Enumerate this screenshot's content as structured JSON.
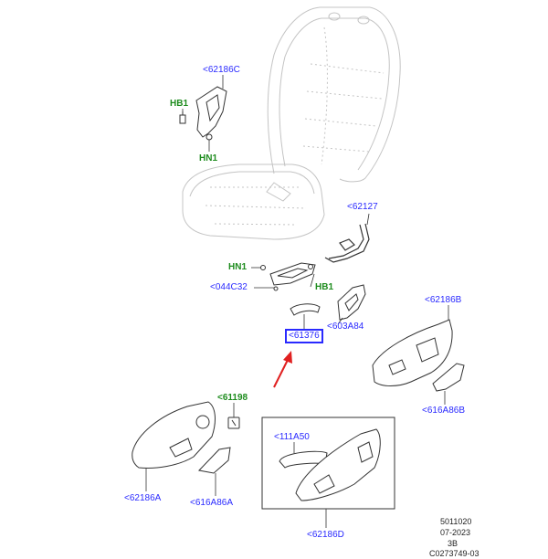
{
  "labels": {
    "l62186C": "<62186C",
    "hb1_top": "HB1",
    "hn1_top": "HN1",
    "l62127": "<62127",
    "hn1_mid": "HN1",
    "l044C32": "<044C32",
    "hb1_mid": "HB1",
    "l61376": "<61376",
    "l603A84": "<603A84",
    "l62186B": "<62186B",
    "l616A86B": "<616A86B",
    "l61198": "<61198",
    "l111A50": "<111A50",
    "l62186A": "<62186A",
    "l616A86A": "<616A86A",
    "l62186D": "<62186D"
  },
  "meta": {
    "line1": "5011020",
    "line2": "07-2023",
    "line3": "3B",
    "line4": "C0273749-03"
  },
  "colors": {
    "callout_blue": "#2a2aff",
    "hardware_green": "#1e8c1e",
    "arrow_red": "#e02020",
    "line_gray": "#b8b8b8",
    "part_dark": "#333333"
  }
}
